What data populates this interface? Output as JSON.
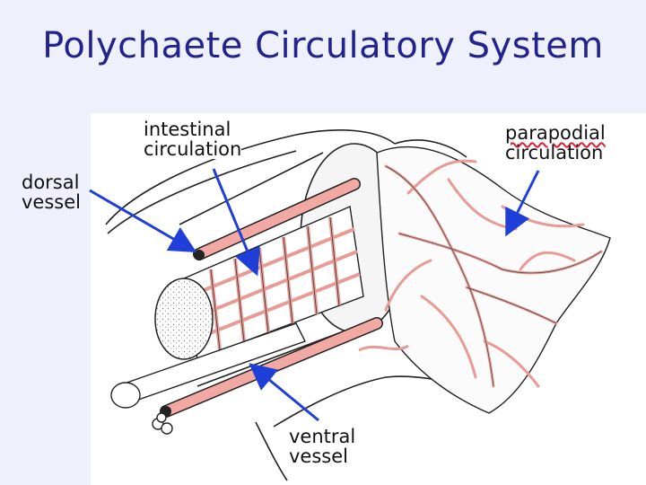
{
  "slide": {
    "title": "Polychaete Circulatory System"
  },
  "labels": {
    "dorsal": [
      "dorsal",
      "vessel"
    ],
    "intestinal": [
      "intestinal",
      "circulation"
    ],
    "parapodial": [
      "parapodial",
      "circulation"
    ],
    "ventral": [
      "ventral",
      "vessel"
    ]
  },
  "colors": {
    "title": "#23238f",
    "background": "#eef1fb",
    "vessel": "#f2a9a4",
    "arrow": "#1f3fd8",
    "ink": "#222222"
  }
}
